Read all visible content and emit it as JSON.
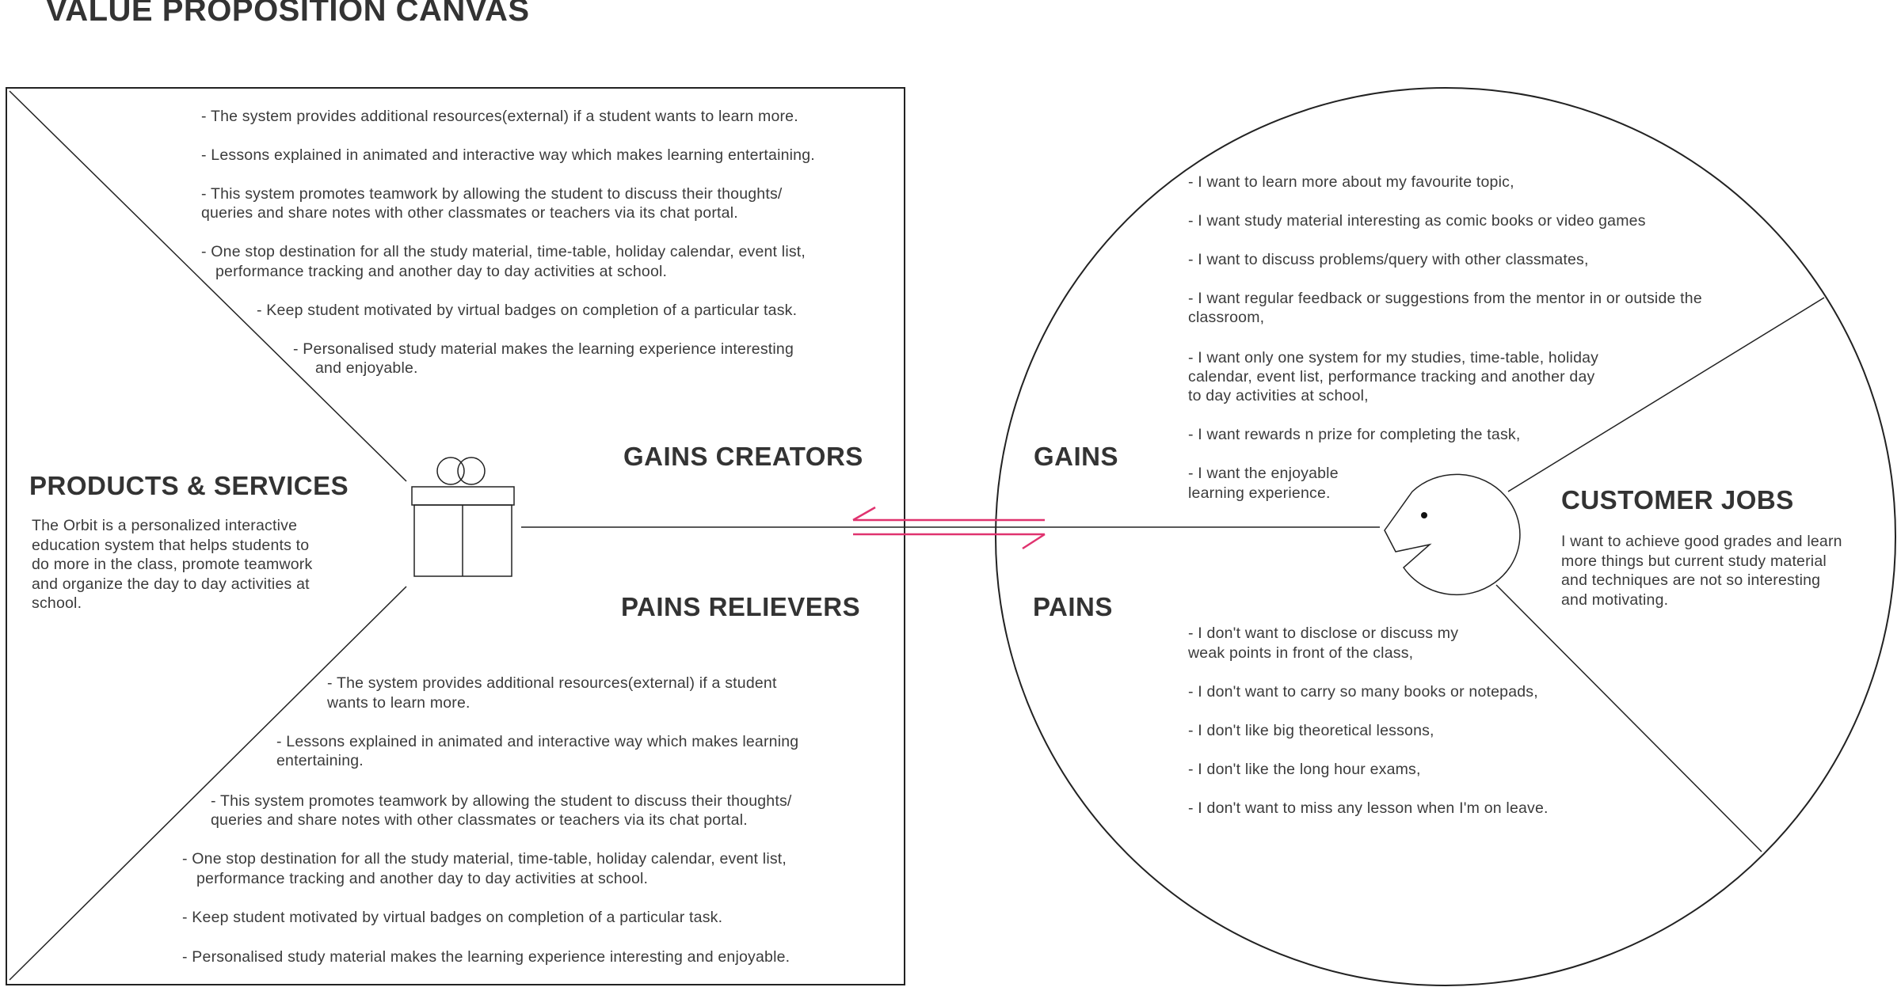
{
  "title": "VALUE PROPOSITION CANVAS",
  "colors": {
    "accent": "#e0336f",
    "ink": "#333333"
  },
  "products_services": {
    "heading": "PRODUCTS & SERVICES",
    "lines": [
      "The Orbit is a personalized interactive",
      "education system that helps students to",
      "do more in the class, promote teamwork",
      "and organize the day to day activities at",
      "school."
    ]
  },
  "gain_creators": {
    "heading": "GAINS CREATORS",
    "items": [
      {
        "lines": [
          "- The system provides additional resources(external) if a student wants to learn more."
        ]
      },
      {
        "lines": [
          "- Lessons explained in animated and interactive way which makes learning entertaining."
        ]
      },
      {
        "lines": [
          "- This system promotes teamwork by allowing the student to discuss their thoughts/",
          "queries and share notes with other classmates or teachers via its chat portal."
        ]
      },
      {
        "lines": [
          "- One stop destination for all the study material, time-table, holiday calendar, event list,",
          "performance tracking and another day to day activities at school."
        ]
      },
      {
        "lines": [
          "- Keep student motivated by virtual badges on completion of a particular task."
        ]
      },
      {
        "lines": [
          "- Personalised study material makes the learning experience interesting",
          "and enjoyable."
        ]
      }
    ]
  },
  "pain_relievers": {
    "heading": "PAINS RELIEVERS",
    "items": [
      {
        "lines": [
          "- The system provides additional resources(external) if a student",
          "wants to learn more."
        ]
      },
      {
        "lines": [
          "- Lessons explained in animated and interactive way which makes learning",
          "entertaining."
        ]
      },
      {
        "lines": [
          "- This system promotes teamwork by allowing the student to discuss their thoughts/",
          "queries and share notes with other classmates or teachers via its chat portal."
        ]
      },
      {
        "lines": [
          "- One stop destination for all the study material, time-table, holiday calendar, event list,",
          "performance tracking and another day to day activities at school."
        ]
      },
      {
        "lines": [
          "- Keep student motivated by virtual badges on completion of a particular task."
        ]
      },
      {
        "lines": [
          "- Personalised study material makes the learning experience interesting and enjoyable."
        ]
      }
    ]
  },
  "gains": {
    "heading": "GAINS",
    "items": [
      {
        "lines": [
          "- I want to learn more about my favourite topic,"
        ]
      },
      {
        "lines": [
          "- I want study material interesting as comic books or video games"
        ]
      },
      {
        "lines": [
          "- I want to discuss problems/query with other classmates,"
        ]
      },
      {
        "lines": [
          "- I want regular feedback or suggestions from the mentor in or outside the",
          "classroom,"
        ]
      },
      {
        "lines": [
          "- I want only one system for my studies, time-table, holiday",
          "calendar, event list, performance tracking and another day",
          "to day activities at school,"
        ]
      },
      {
        "lines": [
          "- I want rewards n prize for completing the task,"
        ]
      },
      {
        "lines": [
          "- I want the enjoyable",
          "learning experience."
        ]
      }
    ]
  },
  "pains": {
    "heading": "PAINS",
    "items": [
      {
        "lines": [
          "- I don't want to disclose or discuss my",
          "weak points in front of the class,"
        ]
      },
      {
        "lines": [
          "- I don't want to carry so many books or notepads,"
        ]
      },
      {
        "lines": [
          "- I don't like big theoretical lessons,"
        ]
      },
      {
        "lines": [
          "- I don't like the long hour exams,"
        ]
      },
      {
        "lines": [
          "- I don't want to miss any lesson when I'm on leave."
        ]
      }
    ]
  },
  "customer_jobs": {
    "heading": "CUSTOMER JOBS",
    "lines": [
      "I want to achieve good grades and learn",
      "more things but current study material",
      "and techniques are not so interesting",
      "and motivating."
    ]
  }
}
